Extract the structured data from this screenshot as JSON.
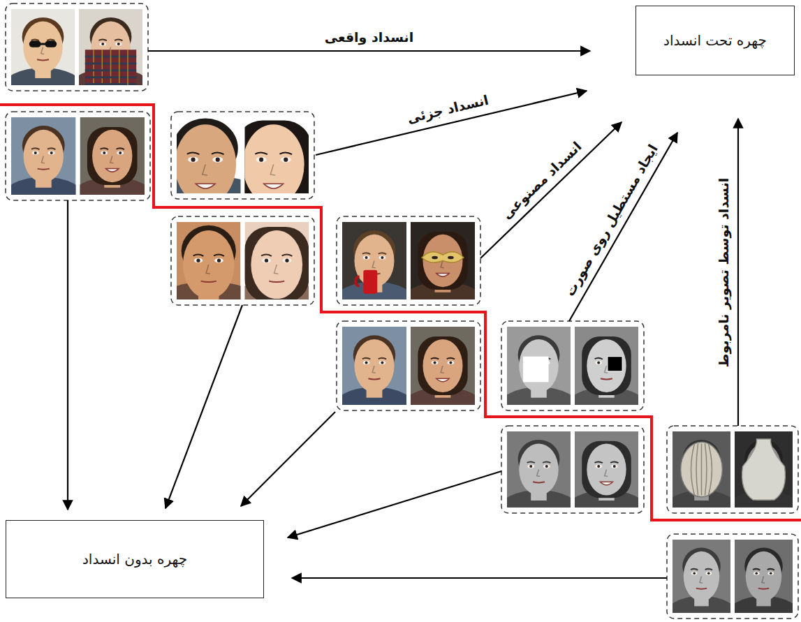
{
  "diagram": {
    "nodes": [
      {
        "text": [
          "چهره تحت انسداد"
        ]
      },
      {
        "text": [
          "چهره بدون انسداد"
        ]
      }
    ],
    "labels": [
      "انسداد واقعی",
      "انسداد جزئی",
      "انسداد مصنوعی",
      "ایجاد مستطیل روی صورت",
      "انسداد توسط تصویر نامربوط"
    ]
  }
}
